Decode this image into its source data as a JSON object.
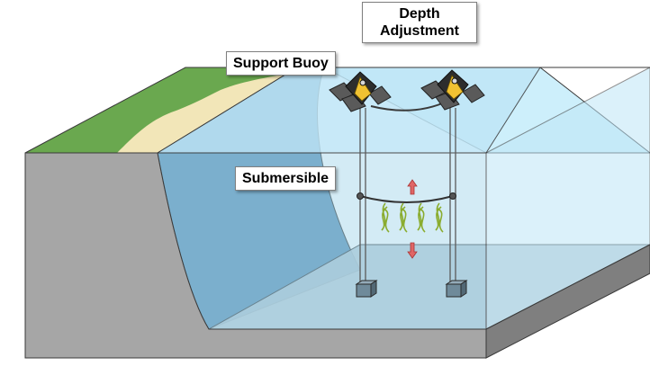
{
  "labels": {
    "depth_adjustment_line1": "Depth",
    "depth_adjustment_line2": "Adjustment",
    "support_buoy": "Support Buoy",
    "submersible": "Submersible"
  },
  "colors": {
    "grass": "#6aa84f",
    "sand": "#f2e6b8",
    "ground_top": "#4a7aa0",
    "ground_front": "#a6a6a6",
    "ground_side": "#7f7f7f",
    "water_surface": "#bfe6f7",
    "water_body": "#9fd3ea",
    "water_back": "#a8c8d8",
    "buoy_body": "#404040",
    "buoy_accent": "#f1c232",
    "arrow": "#e06666",
    "kelp": "#9bbf3a"
  },
  "icons": {
    "buoy": "support-buoy-icon",
    "anchor": "anchor-block-icon",
    "arrow_up": "arrow-up-icon",
    "arrow_down": "arrow-down-icon",
    "kelp": "kelp-plant-icon"
  }
}
